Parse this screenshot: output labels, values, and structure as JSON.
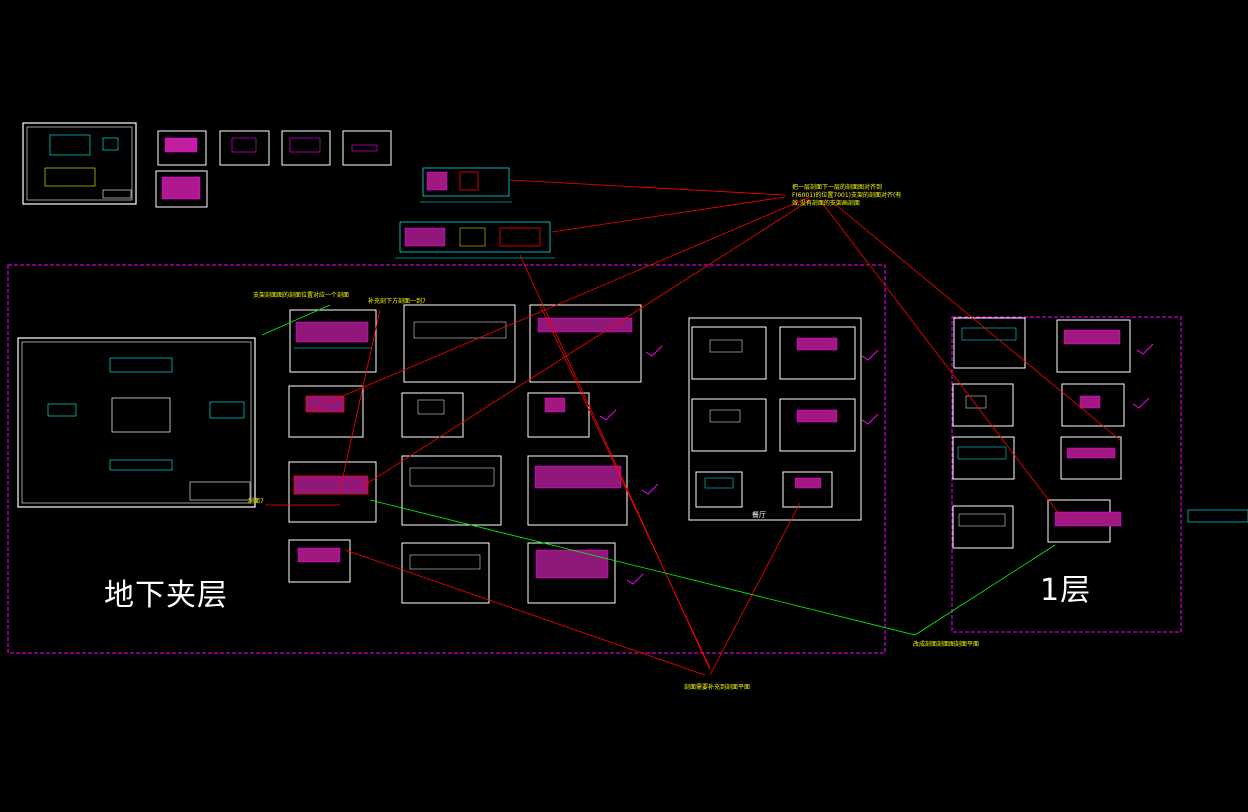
{
  "labels": {
    "basement_mezzanine": "地下夹层",
    "floor_1": "1层",
    "hall": "餐厅"
  },
  "notes": {
    "top_right": "把一层剖面下一层的剖面图对齐到F(6001)的位置7001)支架的剖面对齐(有效,没有剖面的支架画剖面",
    "left_top": "支架剖面图的剖面位置对应一个剖面",
    "left_mid": "补充剖下方剖面一到7",
    "left_low": "剖面7",
    "bottom_center": "剖面需要补充到剖面平面",
    "bottom_right": "改成剖面剖面图剖面平面"
  },
  "colors": {
    "background": "#000000",
    "frame": "#ffffff",
    "zone_border": "#ff00ff",
    "redline": "#ff0000",
    "greenline": "#00ff00",
    "note_text": "#ffff00",
    "check": "#ff00ff"
  }
}
